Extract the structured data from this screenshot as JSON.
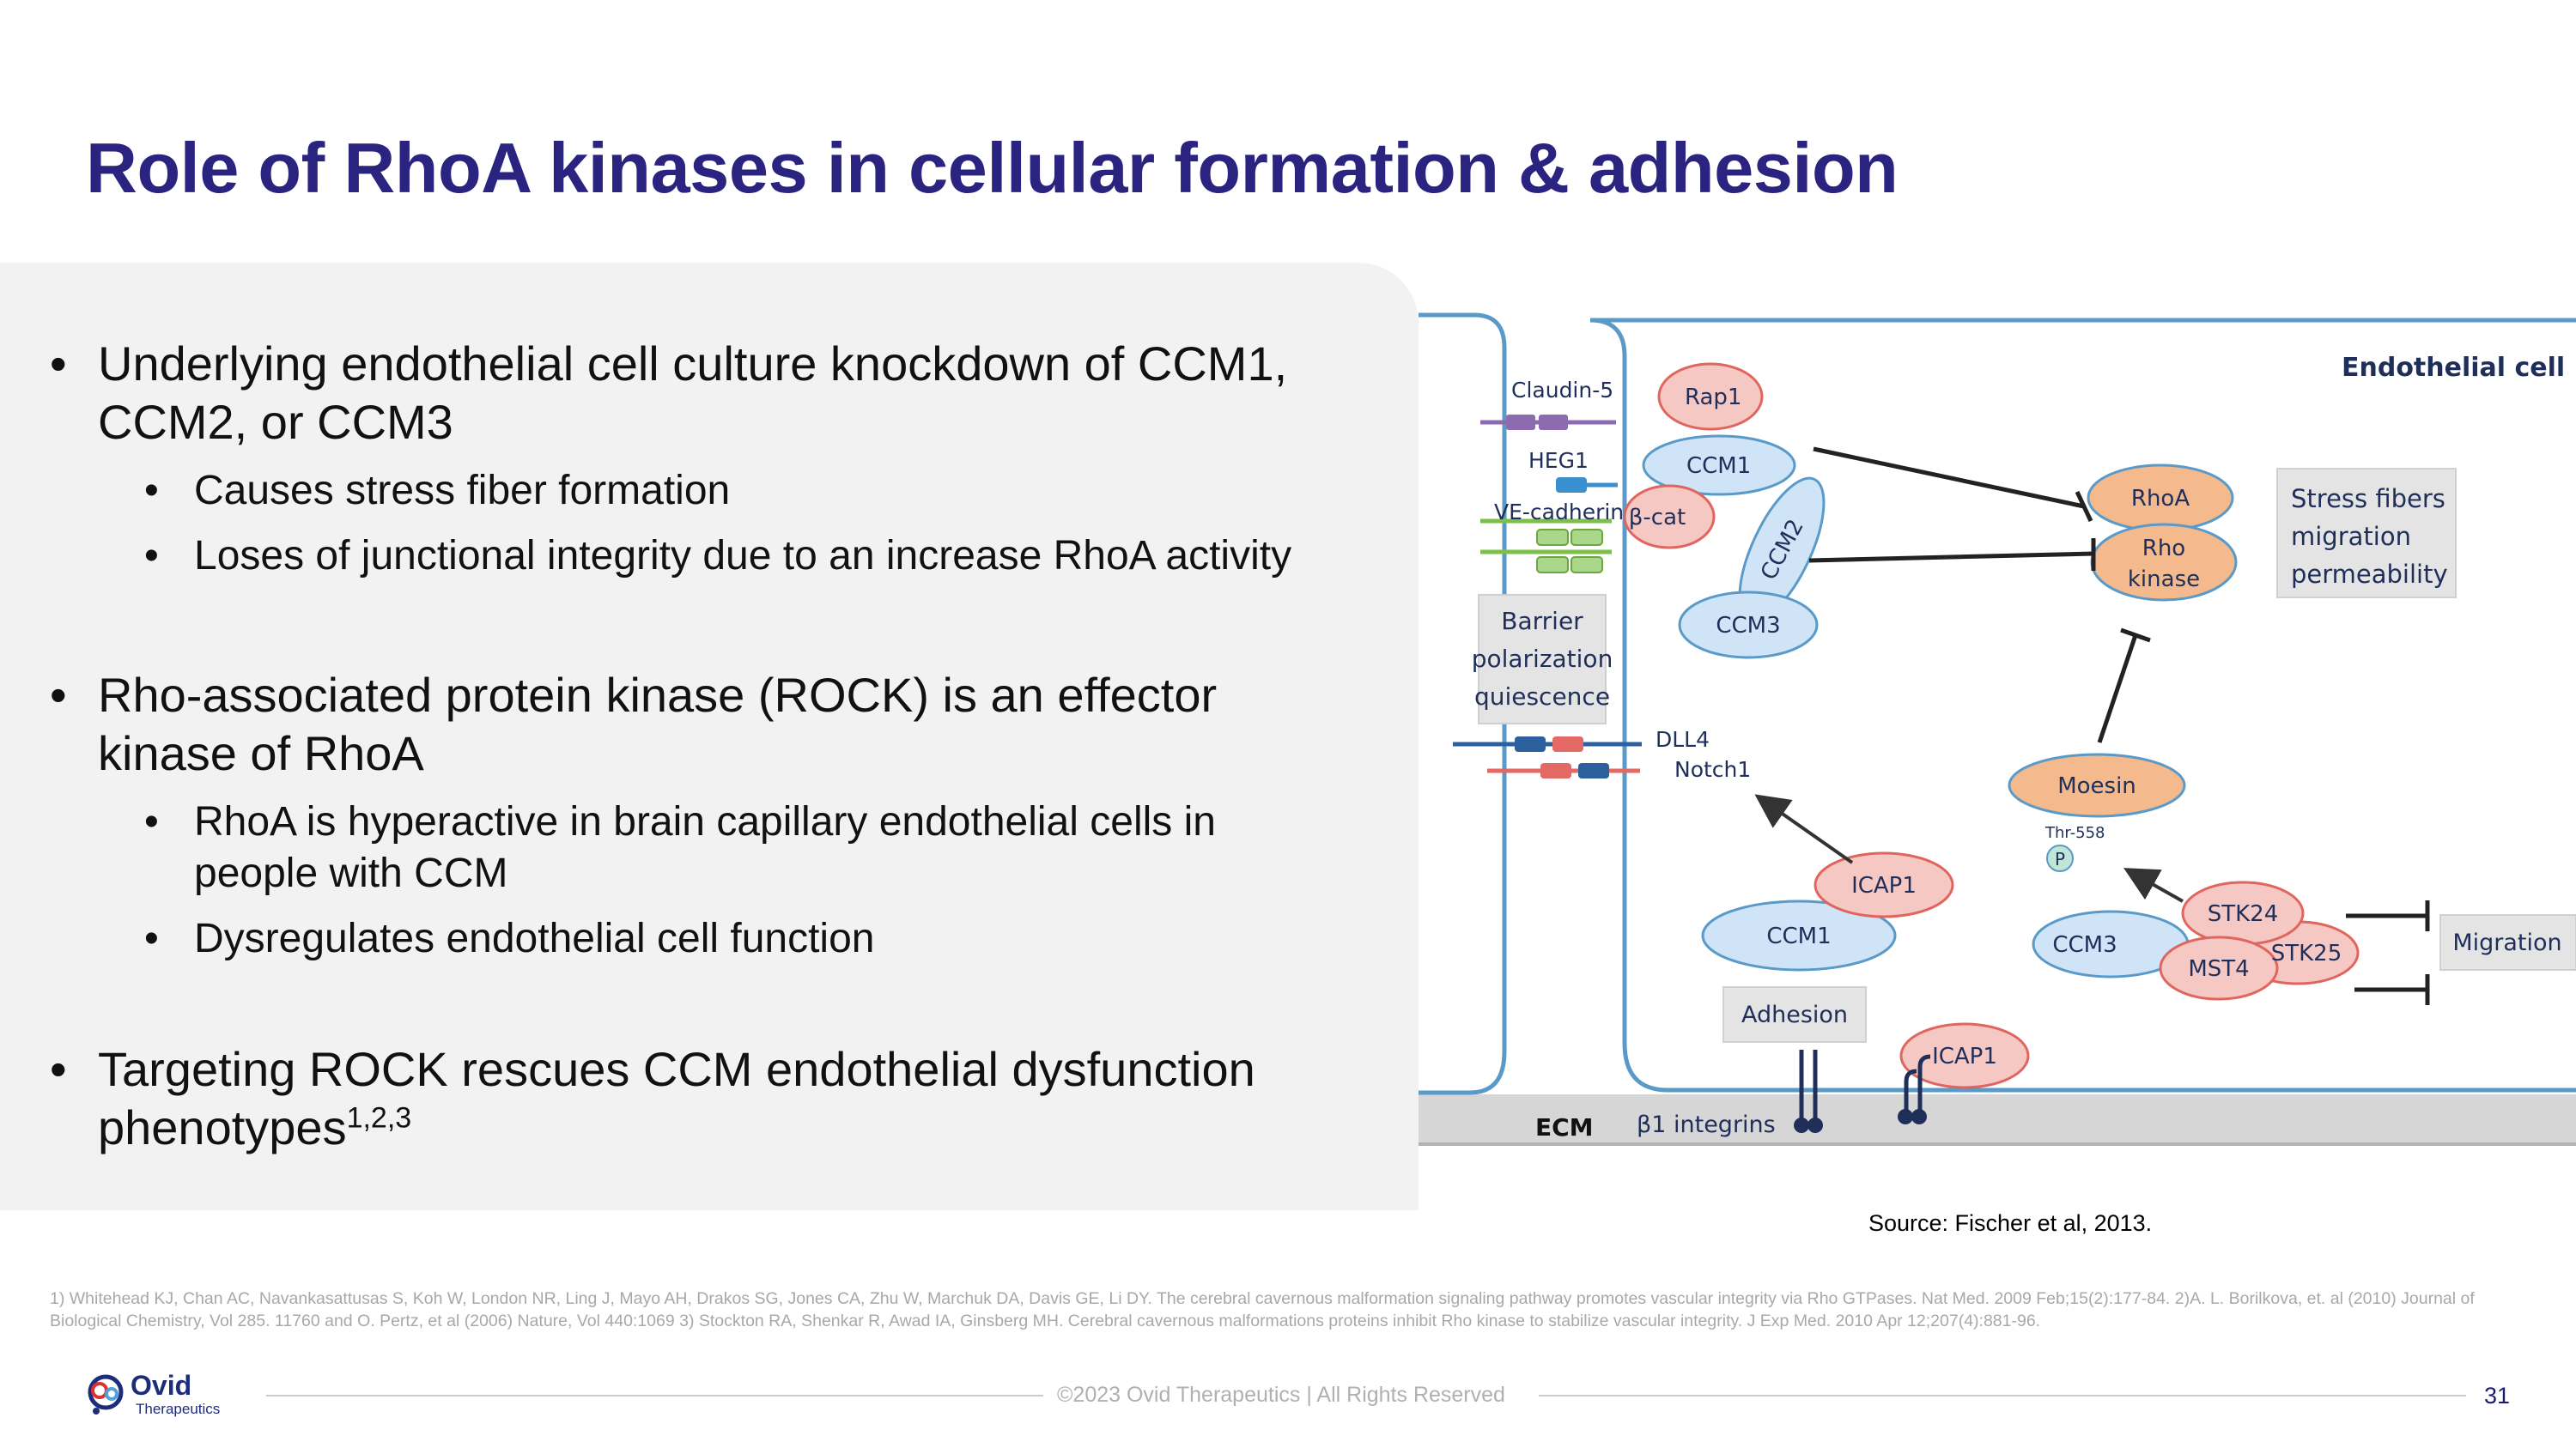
{
  "slide": {
    "title": "Role of RhoA kinases in cellular formation & adhesion",
    "page_number": "31",
    "copyright": "©2023 Ovid Therapeutics | All Rights Reserved",
    "source": "Source: Fischer et al, 2013.",
    "references": "1) Whitehead KJ, Chan AC, Navankasattusas S, Koh W, London NR, Ling J, Mayo AH, Drakos SG, Jones CA, Zhu W, Marchuk DA, Davis GE, Li DY. The cerebral cavernous malformation signaling pathway promotes vascular integrity via Rho GTPases. Nat Med. 2009 Feb;15(2):177-84. 2)A. L. Borilkova, et. al (2010) Journal of Biological Chemistry, Vol 285. 11760 and O. Pertz, et al (2006) Nature, Vol 440:1069 3) Stockton RA, Shenkar R, Awad IA, Ginsberg MH. Cerebral cavernous malformations proteins inhibit Rho kinase to stabilize vascular integrity. J Exp Med. 2010 Apr 12;207(4):881-96.",
    "bullet_marker": "•"
  },
  "logo": {
    "name": "Ovid",
    "tagline": "Therapeutics"
  },
  "bullets": [
    {
      "line1": "Underlying endothelial cell culture knockdown of CCM1,",
      "line2": "CCM2, or CCM3",
      "sub": [
        {
          "text": "Causes stress fiber formation"
        },
        {
          "text": "Loses of junctional integrity due to an increase RhoA activity"
        }
      ]
    },
    {
      "line1": "Rho-associated protein kinase (ROCK) is an effector",
      "line2": "kinase of RhoA",
      "sub": [
        {
          "line1": "RhoA is hyperactive in brain capillary endothelial cells in",
          "line2": "people with CCM"
        },
        {
          "text": "Dysregulates endothelial cell function"
        }
      ]
    },
    {
      "line1": "Targeting ROCK rescues CCM endothelial dysfunction",
      "line2": "phenotypes",
      "sup": "1,2,3"
    }
  ],
  "diagram": {
    "endothelial_cell": "Endothelial cell",
    "claudin5": "Claudin-5",
    "heg1": "HEG1",
    "vecadherin": "VE-cadherin",
    "rap1": "Rap1",
    "ccm1_top": "CCM1",
    "bcat": "β-cat",
    "ccm2": "CCM2",
    "ccm3_top": "CCM3",
    "barrier": [
      "Barrier",
      "polarization",
      "quiescence"
    ],
    "dll4": "DLL4",
    "notch1": "Notch1",
    "rhoa": "RhoA",
    "rho_kinase": [
      "Rho",
      "kinase"
    ],
    "stress_fibers": [
      "Stress fibers",
      "migration",
      "permeability"
    ],
    "moesin": "Moesin",
    "thr558": "Thr-558",
    "p": "P",
    "icap1_mid": "ICAP1",
    "ccm1_bottom": "CCM1",
    "adhesion": "Adhesion",
    "icap1_bottom": "ICAP1",
    "ccm3_bottom": "CCM3",
    "stk24": "STK24",
    "mst4": "MST4",
    "stk25": "STK25",
    "migration": "Migration",
    "ecm": "ECM",
    "b1_integrins": "β1 integrins",
    "colors": {
      "title": "#2a2380",
      "membrane": "#5a9ac8",
      "blue_fill": "#cfe4f6",
      "red_fill": "#f6c8c4",
      "red_stroke": "#e0655e",
      "orange_fill": "#f4b98c",
      "gray_box": "#e4e4e4",
      "ecm": "#d6d6d6"
    }
  }
}
